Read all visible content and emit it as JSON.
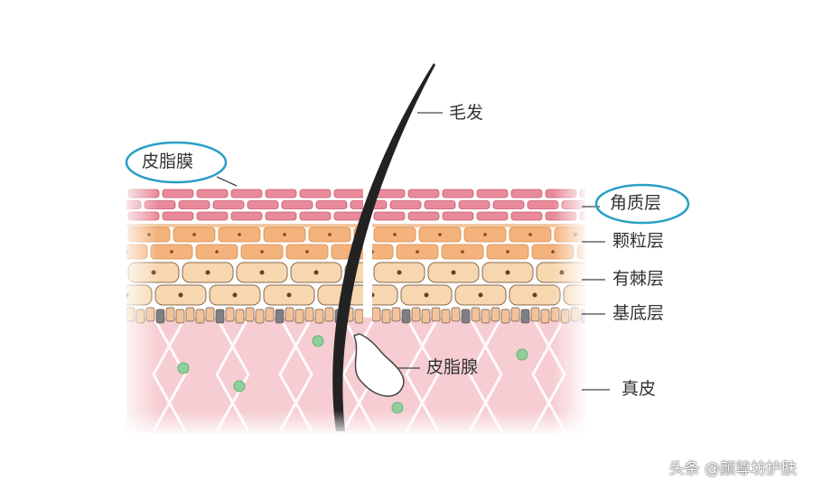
{
  "labels": {
    "hair": "毛发",
    "sebum_film": "皮脂膜",
    "stratum_corneum": "角质层",
    "stratum_granulosum": "颗粒层",
    "stratum_spinosum": "有棘层",
    "stratum_basale": "基底层",
    "sebaceous_gland": "皮脂腺",
    "dermis": "真皮"
  },
  "watermark": "头条 @颜尊坊护肤",
  "colors": {
    "highlight_ellipse": "#2a9fc4",
    "corneum": "#e98a9a",
    "granular": "#f4b27c",
    "spinous": "#f7d7b0",
    "dermis": "#f6cdd2",
    "hair": "#222222",
    "dots": "#8fcf9a"
  }
}
